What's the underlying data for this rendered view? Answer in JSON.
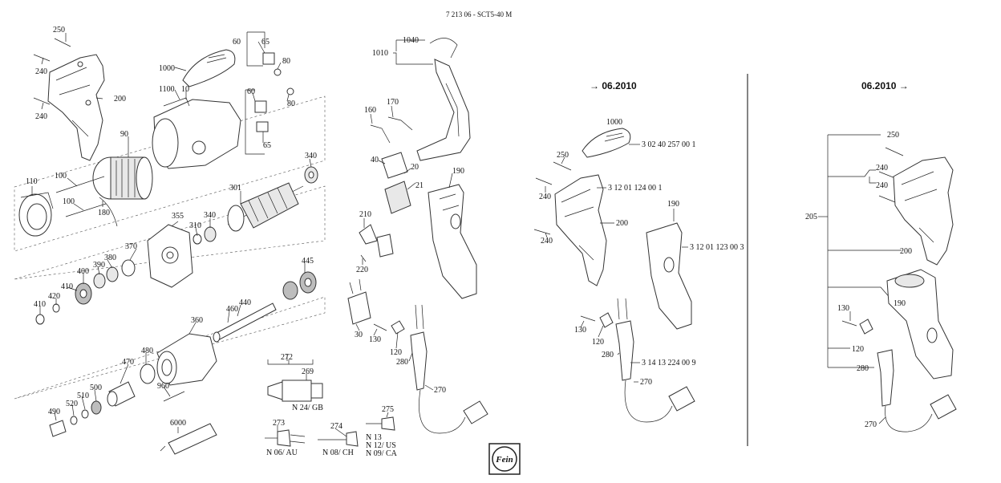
{
  "drawing": {
    "title": "7 213 06 - SCT5-40 M",
    "logo_text": "Fein"
  },
  "variants": {
    "before": "06.2010",
    "after": "06.2010"
  },
  "callouts": {
    "c250": "250",
    "c240a": "240",
    "c240b": "240",
    "c200": "200",
    "c90": "90",
    "c1000": "1000",
    "c1100": "1100",
    "c10": "10",
    "c60a": "60",
    "c65a": "65",
    "c80a": "80",
    "c60b": "60",
    "c80b": "80",
    "c65b": "65",
    "c340a": "340",
    "c110": "110",
    "c100a": "100",
    "c100b": "100",
    "c180": "180",
    "c301": "301",
    "c355": "355",
    "c340b": "340",
    "c310": "310",
    "c370": "370",
    "c380": "380",
    "c390": "390",
    "c400": "400",
    "c410a": "410",
    "c420": "420",
    "c410b": "410",
    "c445": "445",
    "c440": "440",
    "c460": "460",
    "c360": "360",
    "c480": "480",
    "c470": "470",
    "c960": "960",
    "c500": "500",
    "c510": "510",
    "c520": "520",
    "c490": "490",
    "c6000": "6000",
    "c1040": "1040",
    "c1010": "1010",
    "c160": "160",
    "c170": "170",
    "c40": "40",
    "c20": "20",
    "c21": "21",
    "c190a": "190",
    "c210": "210",
    "c220": "220",
    "c30": "30",
    "c130a": "130",
    "c120a": "120",
    "c280a": "280",
    "c270a": "270",
    "c272": "272",
    "c269": "269",
    "c275": "275",
    "c273": "273",
    "c274": "274",
    "plug_gb": "N 24/ GB",
    "plug_au": "N 06/ AU",
    "plug_ch": "N 08/ CH",
    "plug_n13": "N 13",
    "plug_us": "N 12/ US",
    "plug_ca": "N 09/ CA",
    "m1000": "1000",
    "m1000_pn": "3 02 40 257 00 1",
    "m250": "250",
    "m240a": "240",
    "m240a_pn": "3 12 01 124 00 1",
    "m200": "200",
    "m240b": "240",
    "m190": "190",
    "m190_pn": "3 12 01 123 00 3",
    "m130": "130",
    "m120": "120",
    "m280": "280",
    "m280_pn": "3 14 13 224 00 9",
    "m270": "270",
    "r250": "250",
    "r240a": "240",
    "r240b": "240",
    "r205": "205",
    "r200": "200",
    "r130": "130",
    "r190": "190",
    "r120": "120",
    "r280": "280",
    "r270": "270"
  },
  "colors": {
    "line": "#222222",
    "part_fill": "#ffffff",
    "shade": "#bdbdbd"
  }
}
